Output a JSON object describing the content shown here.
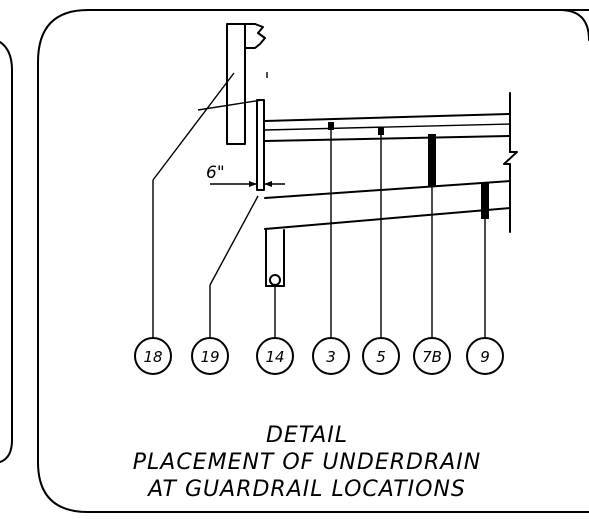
{
  "dimension": {
    "label": "6\""
  },
  "callouts": [
    "18",
    "19",
    "14",
    "3",
    "5",
    "7B",
    "9"
  ],
  "title": {
    "line1": "DETAIL",
    "line2": "PLACEMENT OF UNDERDRAIN",
    "line3": "AT GUARDRAIL LOCATIONS"
  }
}
